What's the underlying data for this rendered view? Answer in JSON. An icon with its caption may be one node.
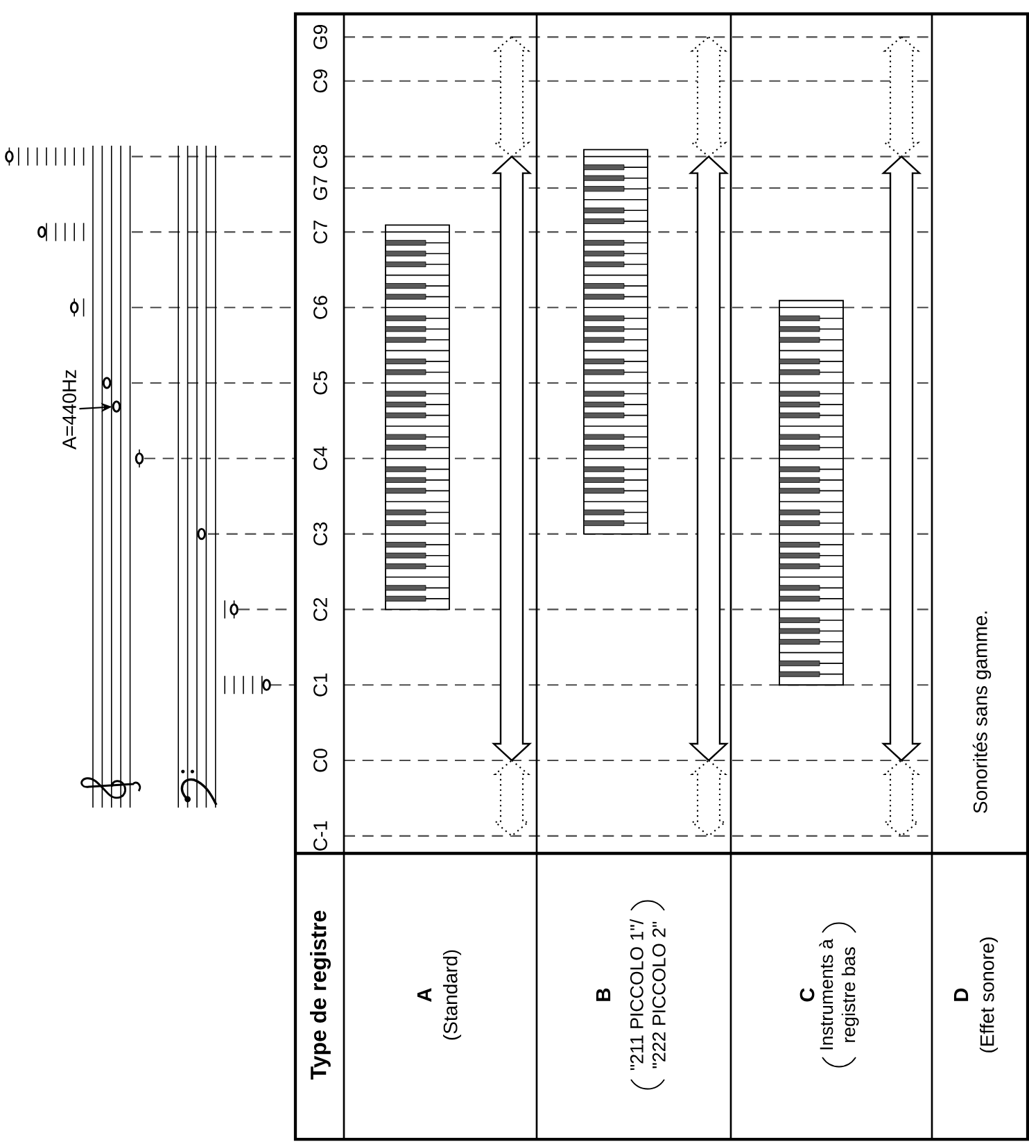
{
  "diagram": {
    "nodes": [
      {
        "text": [
          "A=440Hz"
        ]
      },
      {
        "text": [],
        "shape": "circle"
      }
    ],
    "edges": [
      {
        "from": 0,
        "to": 1,
        "arrow": "to"
      }
    ],
    "labels": [
      "C-1",
      "C0",
      "C1",
      "C2",
      "C3",
      "C4",
      "C5",
      "C6",
      "C7",
      "G7",
      "C8",
      "C9",
      "G9",
      "Type de registre",
      "A",
      "(Standard)",
      "B",
      "\"211 PICCOLO 1\"/ \"222 PICCOLO 2\"",
      "C",
      "Instruments à registre bas",
      "D",
      "(Effet sonore)",
      "Sonorités sans gamme."
    ]
  }
}
